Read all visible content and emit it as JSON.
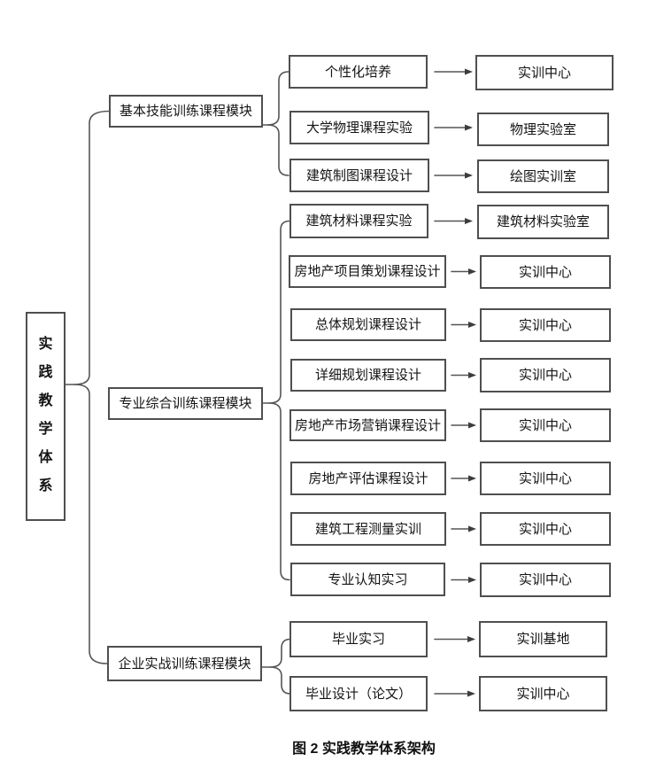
{
  "figure": {
    "caption": "图 2 实践教学体系架构"
  },
  "root": {
    "label": "实践教学体系",
    "chars": [
      "实",
      "践",
      "教",
      "学",
      "体",
      "系"
    ]
  },
  "modules": [
    {
      "label": "基本技能训练课程模块",
      "row_range": [
        0,
        2
      ]
    },
    {
      "label": "专业综合训练课程模块",
      "row_range": [
        3,
        10
      ]
    },
    {
      "label": "企业实战训练课程模块",
      "row_range": [
        11,
        12
      ]
    }
  ],
  "rows": [
    {
      "course": "个性化培养",
      "facility": "实训中心"
    },
    {
      "course": "大学物理课程实验",
      "facility": "物理实验室"
    },
    {
      "course": "建筑制图课程设计",
      "facility": "绘图实训室"
    },
    {
      "course": "建筑材料课程实验",
      "facility": "建筑材料实验室"
    },
    {
      "course": "房地产项目策划课程设计",
      "facility": "实训中心"
    },
    {
      "course": "总体规划课程设计",
      "facility": "实训中心"
    },
    {
      "course": "详细规划课程设计",
      "facility": "实训中心"
    },
    {
      "course": "房地产市场营销课程设计",
      "facility": "实训中心"
    },
    {
      "course": "房地产评估课程设计",
      "facility": "实训中心"
    },
    {
      "course": "建筑工程测量实训",
      "facility": "实训中心"
    },
    {
      "course": "专业认知实习",
      "facility": "实训中心"
    },
    {
      "course": "毕业实习",
      "facility": "实训基地"
    },
    {
      "course": "毕业设计（论文）",
      "facility": "实训中心"
    }
  ],
  "icons": {
    "arrow": "right-arrow-icon",
    "brace": "curly-brace-connector"
  },
  "colors": {
    "background": "#ffffff",
    "border": "#4f4f4f",
    "line": "#555555",
    "text": "#141414"
  }
}
